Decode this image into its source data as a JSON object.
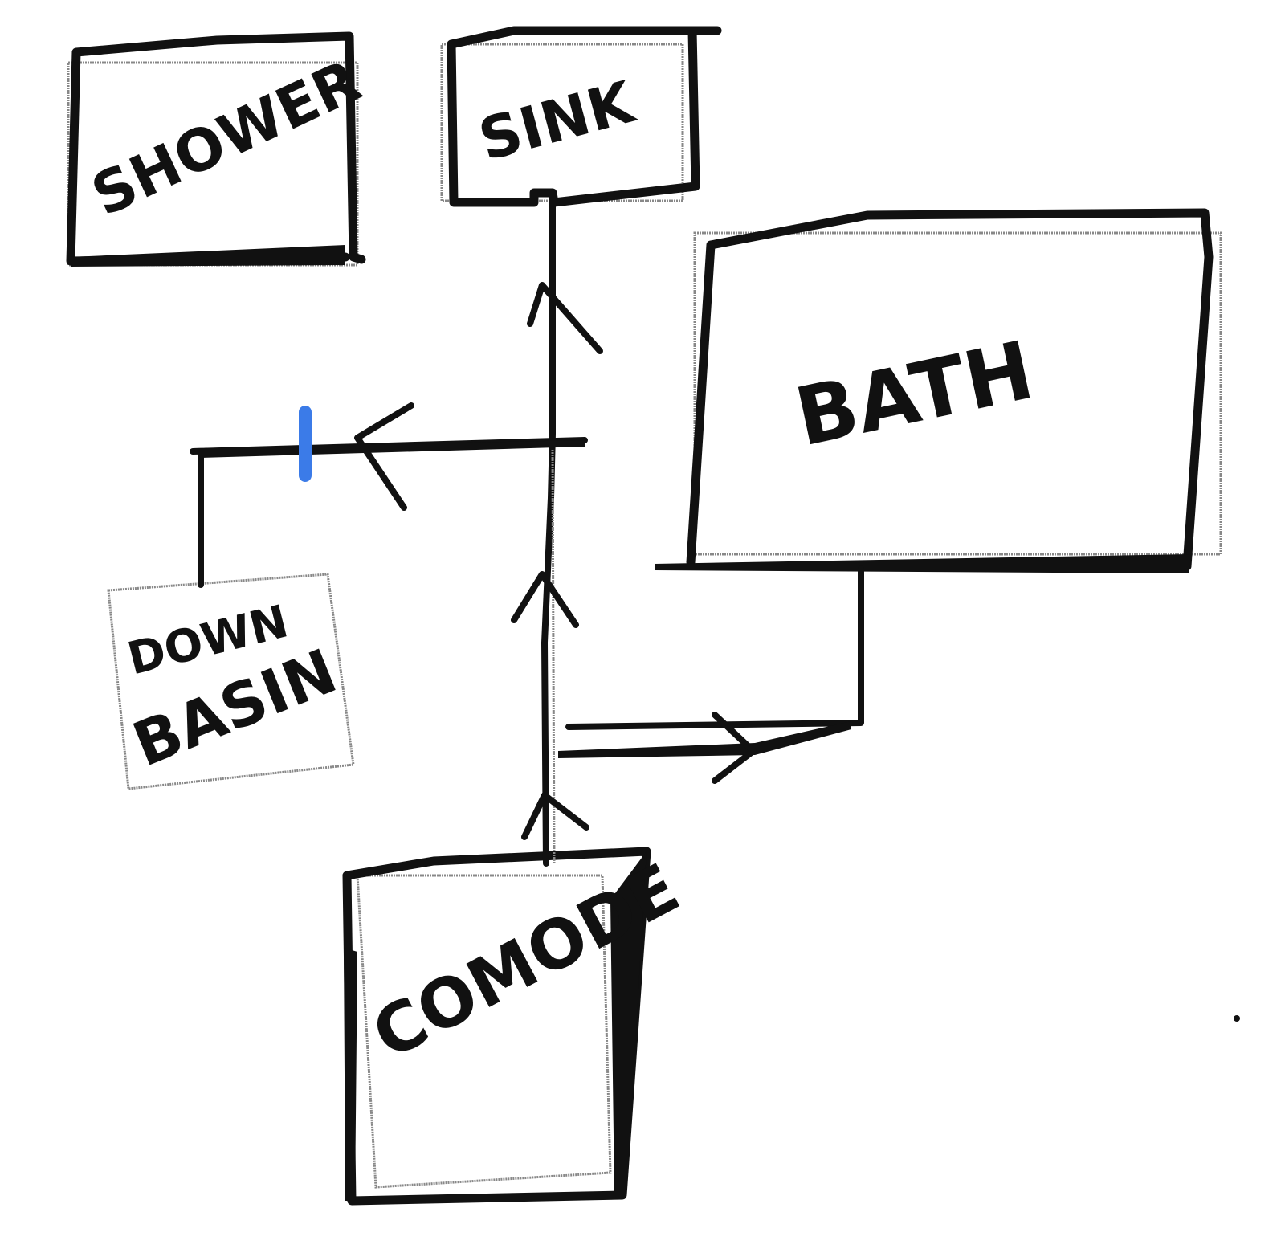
{
  "diagram": {
    "fixtures": {
      "shower": "SHOWER",
      "sink": "SINK",
      "bath": "BATH",
      "down_basin_line1": "DOWN",
      "down_basin_line2": "BASIN",
      "commode": "COMODE"
    },
    "colors": {
      "ink": "#111111",
      "marker": "#3b7be8"
    }
  }
}
